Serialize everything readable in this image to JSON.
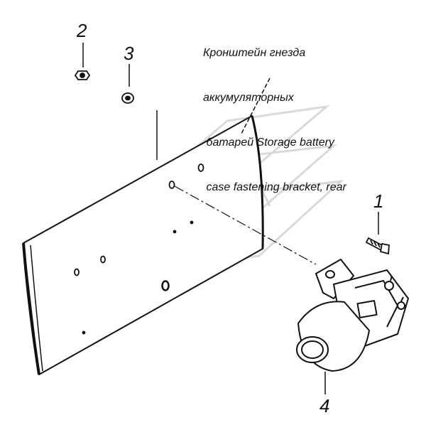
{
  "caption": {
    "lines": [
      "Кронштейн гнезда",
      "аккумуляторных",
      " батарей Storage battery",
      " case fastening bracket, rear"
    ]
  },
  "callouts": {
    "one": "1",
    "two": "2",
    "three": "3",
    "four": "4"
  },
  "colors": {
    "line": "#111111",
    "watermark": "#d9d9d9"
  }
}
